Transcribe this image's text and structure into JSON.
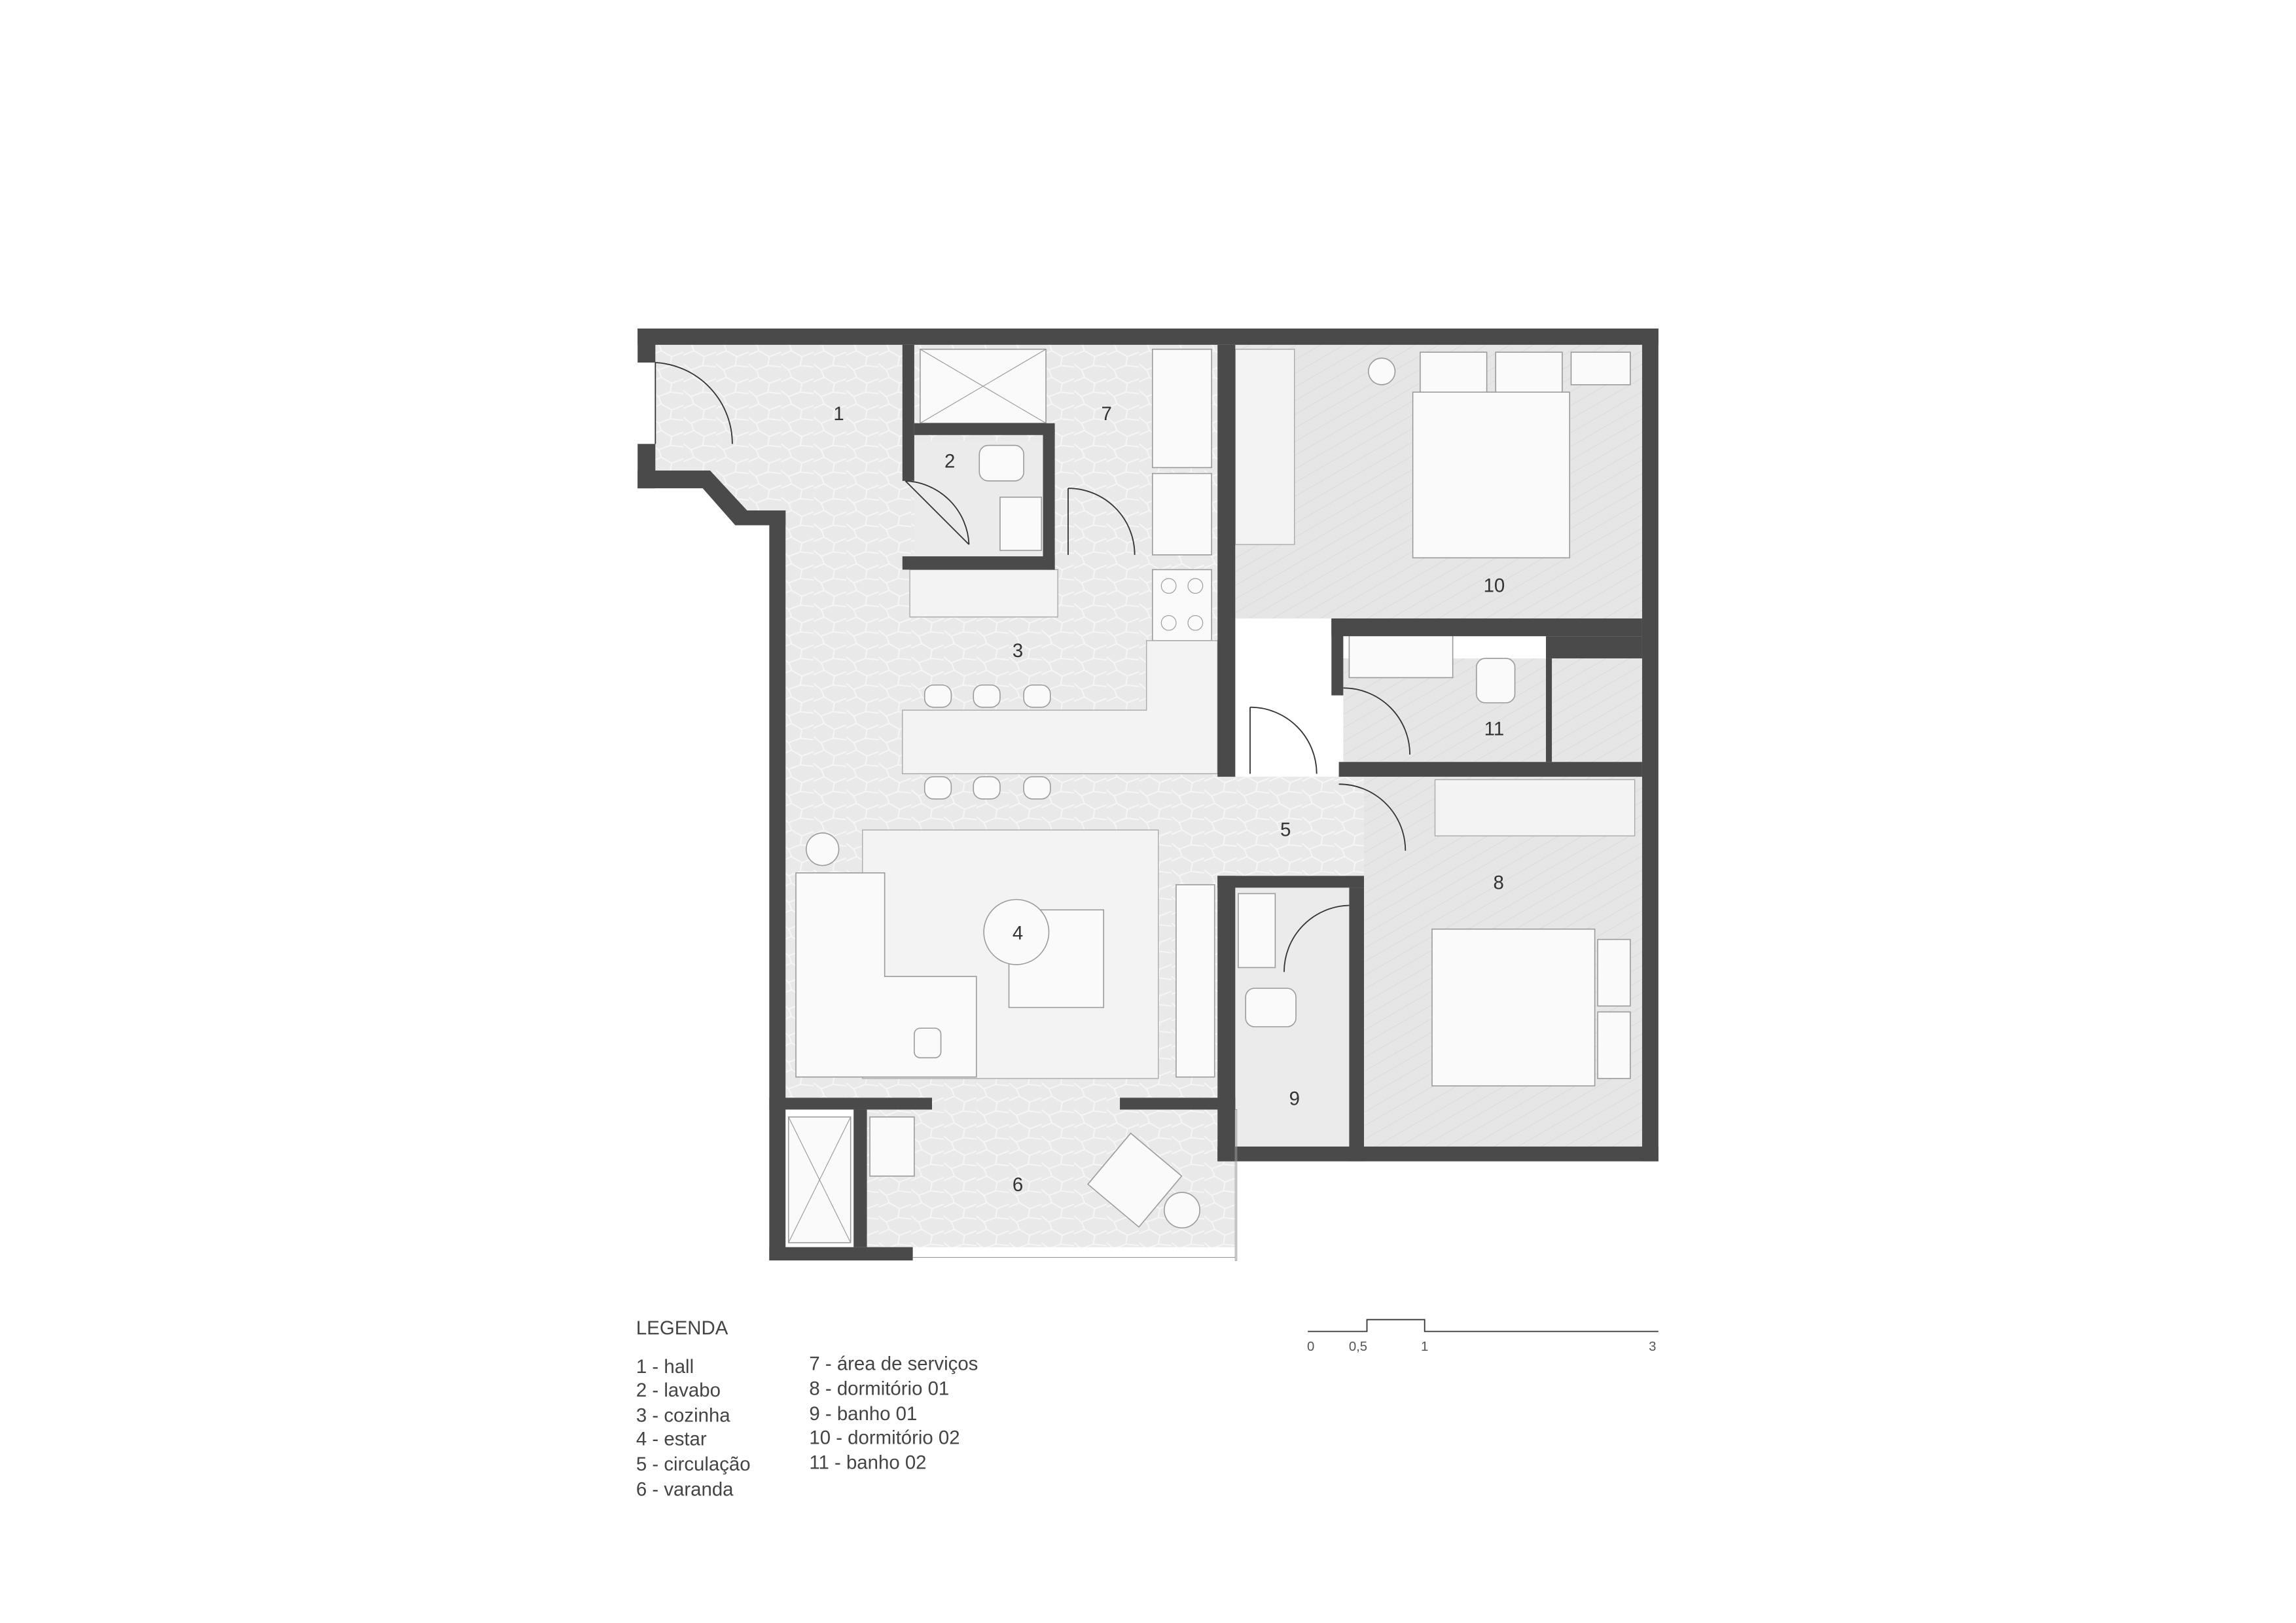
{
  "rooms": [
    {
      "num": "1"
    },
    {
      "num": "2"
    },
    {
      "num": "3"
    },
    {
      "num": "4"
    },
    {
      "num": "5"
    },
    {
      "num": "6"
    },
    {
      "num": "7"
    },
    {
      "num": "8"
    },
    {
      "num": "9"
    },
    {
      "num": "10"
    },
    {
      "num": "11"
    }
  ],
  "legend": {
    "title": "LEGENDA",
    "items": [
      "1 - hall",
      "2 - lavabo",
      "3 - cozinha",
      "4 - estar",
      "5 - circulação",
      "6 - varanda",
      "7 - área de serviços",
      "8 - dormitório 01",
      "9 - banho 01",
      "10 - dormitório 02",
      "11  - banho 02"
    ]
  },
  "scale_bar": {
    "ticks": [
      "0",
      "0,5",
      "1",
      "3"
    ]
  },
  "colors": {
    "wall": "#4a4a4a",
    "floor": "#e9e9e9"
  }
}
